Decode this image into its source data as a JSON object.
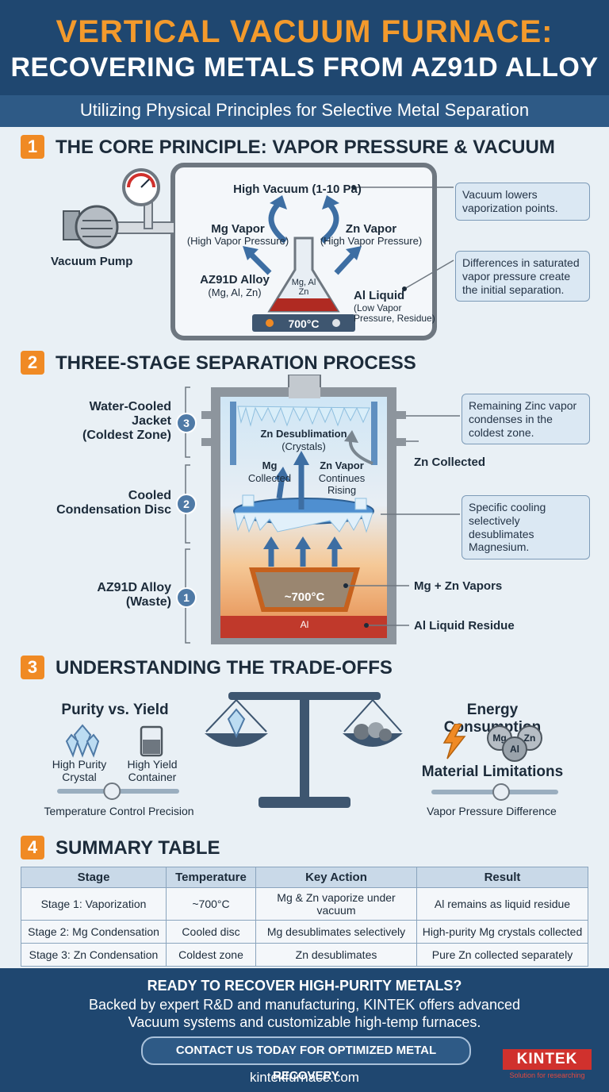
{
  "header": {
    "title_line1": "VERTICAL VACUUM FURNACE:",
    "title_line2": "RECOVERING METALS FROM AZ91D ALLOY",
    "subtitle": "Utilizing Physical Principles for Selective Metal Separation"
  },
  "section1": {
    "number": "1",
    "title": "THE CORE PRINCIPLE: VAPOR PRESSURE & VACUUM",
    "vacuum_label": "High Vacuum (1-10 Pa)",
    "pump_label": "Vacuum Pump",
    "mg_vapor": "Mg Vapor",
    "mg_vapor_sub": "(High Vapor Pressure)",
    "zn_vapor": "Zn Vapor",
    "zn_vapor_sub": "(High Vapor Pressure)",
    "alloy_label": "AZ91D Alloy",
    "alloy_sub": "(Mg, Al, Zn)",
    "flask_text1": "Mg, Al",
    "flask_text2": "Zn",
    "al_liquid": "Al Liquid",
    "al_liquid_sub1": "(Low Vapor",
    "al_liquid_sub2": "Pressure, Residue)",
    "temp": "700°C",
    "note1": "Vacuum lowers vaporization points.",
    "note2": "Differences in saturated vapor pressure create the initial separation."
  },
  "section2": {
    "number": "2",
    "title": "THREE-STAGE SEPARATION PROCESS",
    "stage3_label_l1": "Water-Cooled",
    "stage3_label_l2": "Jacket",
    "stage3_label_l3": "(Coldest Zone)",
    "stage2_label_l1": "Cooled",
    "stage2_label_l2": "Condensation Disc",
    "stage1_label_l1": "AZ91D Alloy",
    "stage1_label_l2": "(Waste)",
    "circ3": "3",
    "circ2": "2",
    "circ1": "1",
    "zn_desub": "Zn Desublimation",
    "zn_desub_sub": "(Crystals)",
    "mg_collected_l1": "Mg",
    "mg_collected_l2": "Collected",
    "zn_rising_l1": "Zn Vapor",
    "zn_rising_l2": "Continues",
    "zn_rising_l3": "Rising",
    "zn_collected": "Zn Collected",
    "crucible_temp": "~700°C",
    "al_bottom": "Al",
    "mgzn_vapors": "Mg + Zn Vapors",
    "al_residue": "Al Liquid Residue",
    "note3": "Remaining Zinc vapor condenses in the coldest zone.",
    "note4": "Specific cooling selectively desublimates Magnesium."
  },
  "section3": {
    "number": "3",
    "title": "UNDERSTANDING THE TRADE-OFFS",
    "purity_title": "Purity vs. Yield",
    "high_purity_l1": "High Purity",
    "high_purity_l2": "Crystal",
    "high_yield_l1": "High Yield",
    "high_yield_l2": "Container",
    "temp_control": "Temperature Control Precision",
    "energy_title": "Energy Consumption",
    "ball_mg": "Mg",
    "ball_zn": "Zn",
    "ball_al": "Al",
    "material_title": "Material Limitations",
    "vapor_diff": "Vapor Pressure Difference",
    "slider_left_level": 0.45,
    "slider_right_level": 0.55
  },
  "section4": {
    "number": "4",
    "title": "SUMMARY TABLE",
    "headers": [
      "Stage",
      "Temperature",
      "Key Action",
      "Result"
    ],
    "rows": [
      [
        "Stage 1: Vaporization",
        "~700°C",
        "Mg & Zn vaporize under vacuum",
        "Al remains as liquid residue"
      ],
      [
        "Stage 2: Mg Condensation",
        "Cooled disc",
        "Mg desublimates selectively",
        "High-purity Mg crystals collected"
      ],
      [
        "Stage 3: Zn Condensation",
        "Coldest zone",
        "Zn desublimates",
        "Pure Zn collected separately"
      ]
    ]
  },
  "footer": {
    "cta_title": "READY TO RECOVER HIGH-PURITY METALS?",
    "cta_line1": "Backed by expert R&D and manufacturing, KINTEK offers advanced",
    "cta_line2": "Vacuum systems and customizable high-temp furnaces.",
    "cta_button": "CONTACT US TODAY FOR OPTIMIZED METAL RECOVERY",
    "website": "kintekfurnace.com",
    "logo": "KINTEK",
    "logo_tag": "Solution for researching"
  },
  "colors": {
    "navy": "#1f4770",
    "orange": "#f08a24",
    "steel": "#4f7aa6",
    "red": "#d0312d"
  }
}
